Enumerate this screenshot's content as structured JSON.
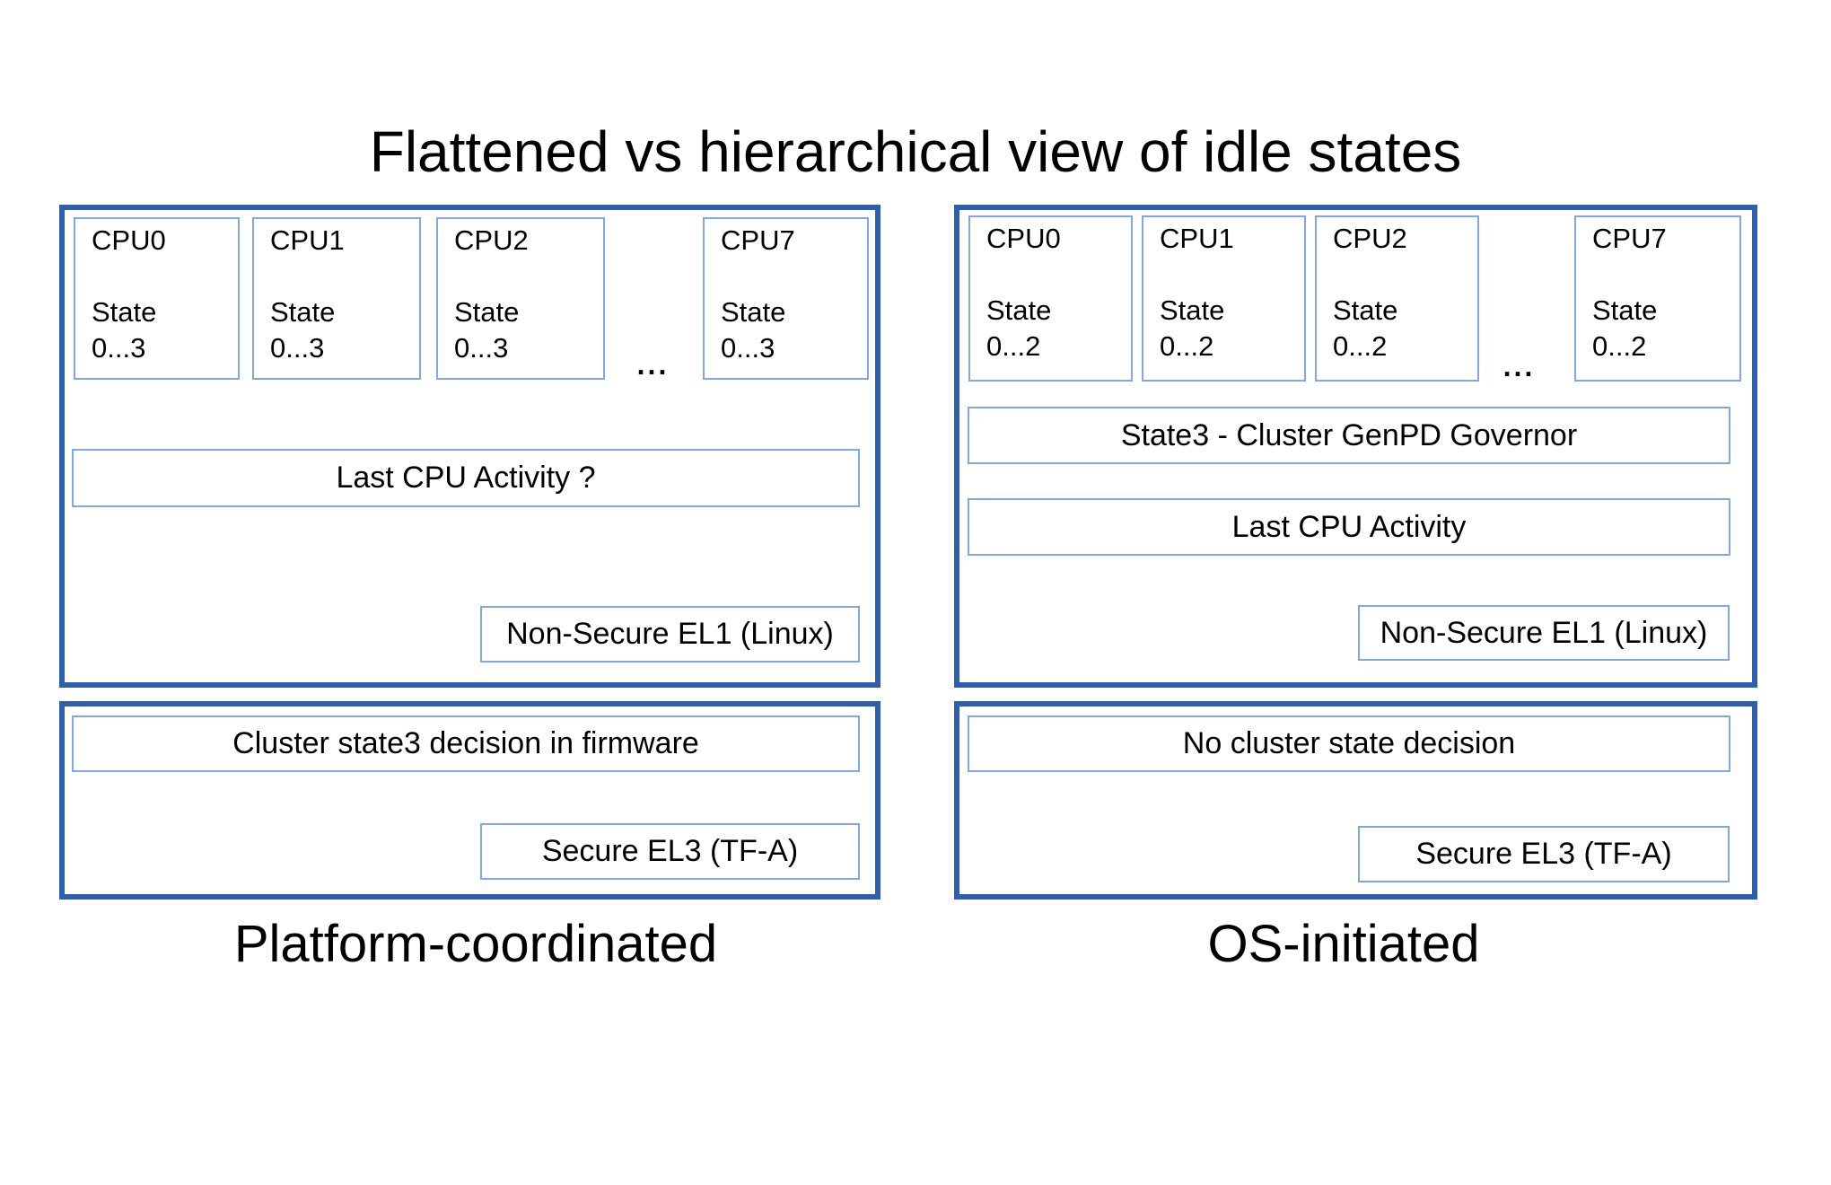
{
  "title": "Flattened vs hierarchical view of idle states",
  "colors": {
    "outer_border": "#2e5fac",
    "inner_border": "#7fa8e8",
    "background": "#ffffff",
    "text": "#000000"
  },
  "left_panel": {
    "caption": "Platform-coordinated",
    "nonsecure_box": {
      "cpus": [
        {
          "name": "CPU0",
          "state_word": "State",
          "state_range": "0...3"
        },
        {
          "name": "CPU1",
          "state_word": "State",
          "state_range": "0...3"
        },
        {
          "name": "CPU2",
          "state_word": "State",
          "state_range": "0...3"
        },
        {
          "name": "CPU7",
          "state_word": "State",
          "state_range": "0...3"
        }
      ],
      "ellipsis": "...",
      "activity_label": "Last CPU Activity ?",
      "el_label": "Non-Secure EL1 (Linux)"
    },
    "secure_box": {
      "decision_label": "Cluster state3 decision in firmware",
      "el_label": "Secure EL3 (TF-A)"
    }
  },
  "right_panel": {
    "caption": "OS-initiated",
    "nonsecure_box": {
      "cpus": [
        {
          "name": "CPU0",
          "state_word": "State",
          "state_range": "0...2"
        },
        {
          "name": "CPU1",
          "state_word": "State",
          "state_range": "0...2"
        },
        {
          "name": "CPU2",
          "state_word": "State",
          "state_range": "0...2"
        },
        {
          "name": "CPU7",
          "state_word": "State",
          "state_range": "0...2"
        }
      ],
      "ellipsis": "...",
      "governor_label": "State3 - Cluster GenPD Governor",
      "activity_label": "Last CPU Activity",
      "el_label": "Non-Secure EL1 (Linux)"
    },
    "secure_box": {
      "decision_label": "No cluster state decision",
      "el_label": "Secure EL3 (TF-A)"
    }
  }
}
